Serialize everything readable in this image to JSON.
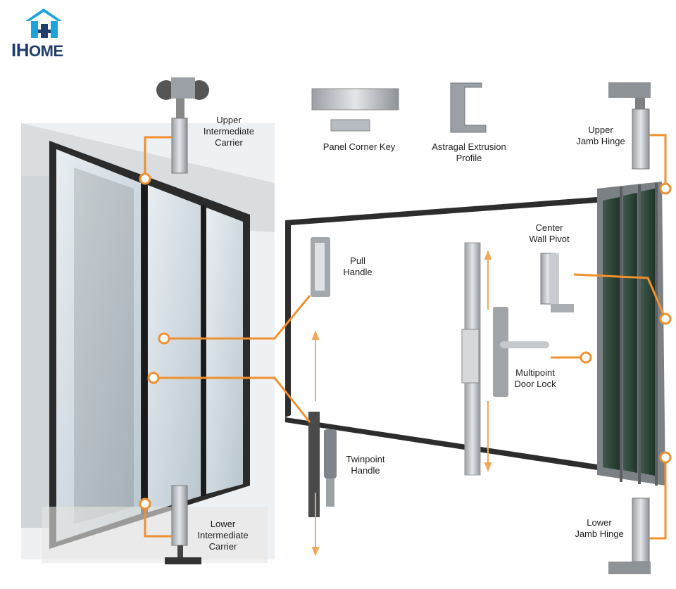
{
  "brand": {
    "name_prefix": "IH",
    "name_suffix": "OME"
  },
  "labels": {
    "upper_intermediate_carrier": [
      "Upper",
      "Intermediate",
      "Carrier"
    ],
    "panel_corner_key": [
      "Panel Corner Key"
    ],
    "astragal_extrusion_profile": [
      "Astragal Extrusion",
      "Profile"
    ],
    "upper_jamb_hinge": [
      "Upper",
      "Jamb Hinge"
    ],
    "center_wall_pivot": [
      "Center",
      "Wall Pivot"
    ],
    "pull_handle": [
      "Pull",
      "Handle"
    ],
    "multipoint_door_lock": [
      "Multipoint",
      "Door Lock"
    ],
    "twinpoint_handle": [
      "Twinpoint",
      "Handle"
    ],
    "lower_intermediate_carrier": [
      "Lower",
      "Intermediate",
      "Carrier"
    ],
    "lower_jamb_hinge": [
      "Lower",
      "Jamb Hinge"
    ]
  },
  "colors": {
    "callout": "#f0902f",
    "frame": "#2d2d2d",
    "brand_blue": "#1aa3dc",
    "brand_navy": "#1f3e6e"
  },
  "icons": [
    "house-logo-icon"
  ]
}
